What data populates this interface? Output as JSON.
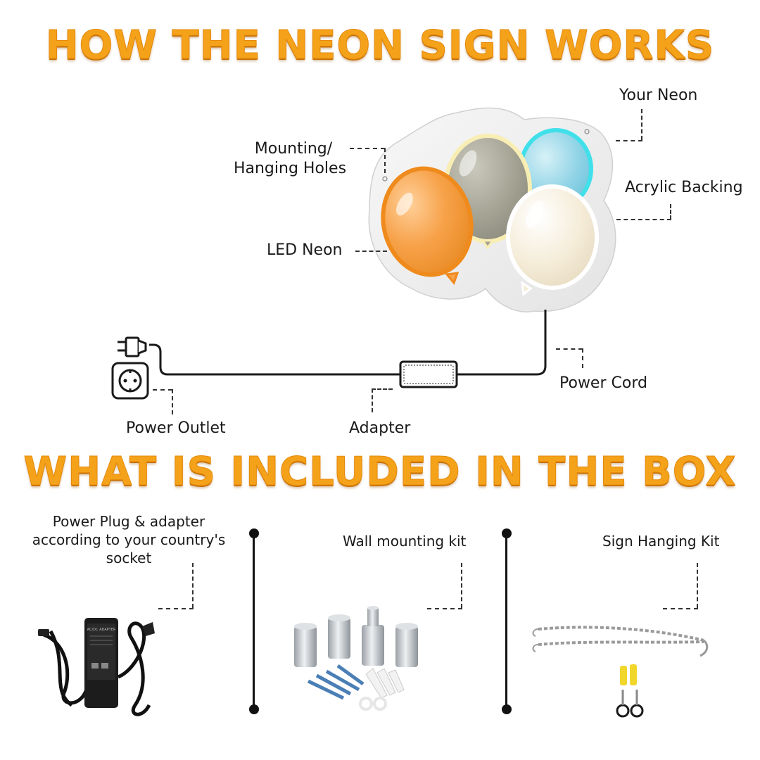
{
  "headings": {
    "how": "HOW THE NEON SIGN WORKS",
    "included": "WHAT IS INCLUDED IN THE BOX"
  },
  "diagram": {
    "your_neon": "Your Neon",
    "mounting_line1": "Mounting/",
    "mounting_line2": "Hanging Holes",
    "acrylic_backing": "Acrylic Backing",
    "led_neon": "LED Neon",
    "power_cord": "Power Cord",
    "power_outlet": "Power Outlet",
    "adapter": "Adapter"
  },
  "kits": {
    "plug": {
      "line1": "Power Plug & adapter",
      "line2": "according to your country's",
      "line3": "socket"
    },
    "wall": {
      "label": "Wall mounting kit"
    },
    "sign": {
      "label": "Sign Hanging Kit"
    }
  },
  "adapter_print": "AC/DC ADAPTER",
  "colors": {
    "heading_orange": "#f5a21b",
    "balloon_orange": "#f7a24a",
    "balloon_gray": "#a3a293",
    "balloon_blue": "#8fd3e6",
    "balloon_cream": "#f5ecd8",
    "neon_cyan": "#3fe0ea"
  }
}
